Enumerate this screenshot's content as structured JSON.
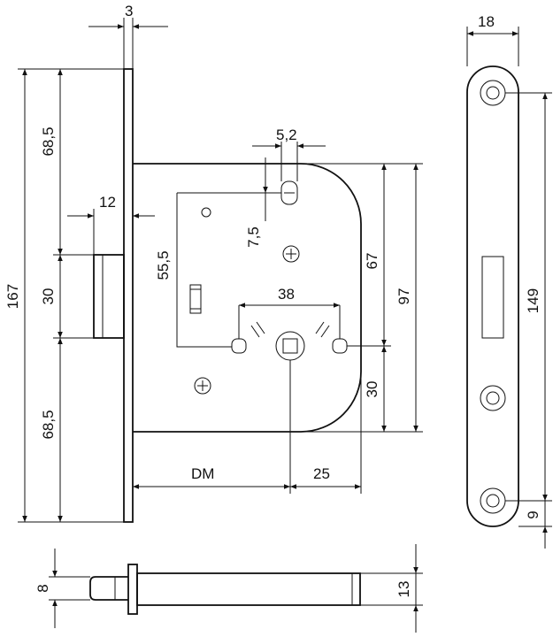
{
  "drawing": {
    "dimensions": {
      "faceplate_thickness": "3",
      "backset_upper": "68,5",
      "backset_middle": "30",
      "backset_lower": "68,5",
      "total_height": "167",
      "latch_projection": "12",
      "hole_width": "5,2",
      "hole_offset": "7,5",
      "key_distance": "55,5",
      "spindle_spacing": "38",
      "case_upper": "67",
      "case_height": "97",
      "case_lower": "30",
      "backset": "DM",
      "case_radius": "25",
      "faceplate_width": "18",
      "screw_spacing": "149",
      "screw_edge": "9",
      "bolt_height": "8",
      "case_depth": "13"
    }
  }
}
